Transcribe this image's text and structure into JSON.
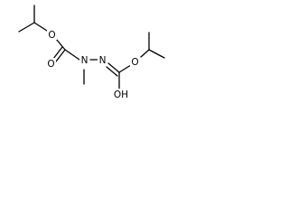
{
  "molecule": {
    "atoms": {
      "o1": "O",
      "o2": "O",
      "n1": "N",
      "n2": "N",
      "o3": "O",
      "oh": "OH"
    }
  }
}
